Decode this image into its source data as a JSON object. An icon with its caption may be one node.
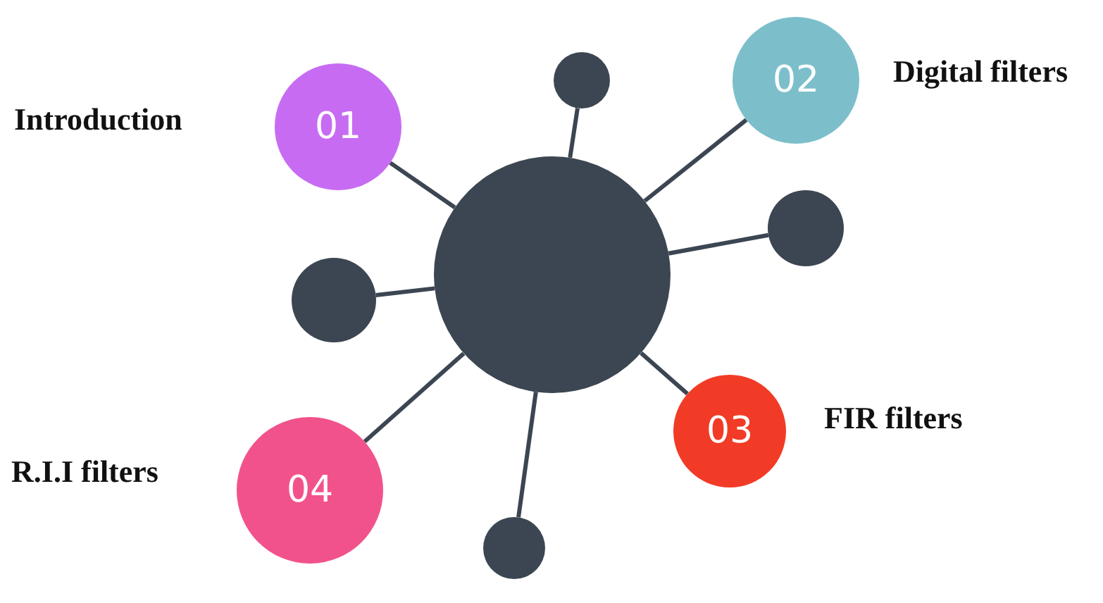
{
  "diagram": {
    "nodes": [
      {
        "text": [
          "01"
        ],
        "beside": [
          "Introduction"
        ]
      },
      {
        "text": [],
        "shape": "circle"
      },
      {
        "text": [
          "02"
        ],
        "beside": [
          "Digital filters"
        ]
      },
      {
        "text": [],
        "shape": "circle"
      },
      {
        "text": [],
        "shape": "circle"
      },
      {
        "text": [],
        "shape": "circle"
      },
      {
        "text": [
          "03"
        ],
        "beside": [
          "FIR filters"
        ]
      },
      {
        "text": [
          "04"
        ],
        "beside": [
          "R.I.I filters"
        ]
      },
      {
        "text": [],
        "shape": "circle"
      }
    ],
    "edges": [
      {
        "from": 3,
        "to": 0,
        "arrow": "none"
      },
      {
        "from": 3,
        "to": 1,
        "arrow": "none"
      },
      {
        "from": 3,
        "to": 2,
        "arrow": "none"
      },
      {
        "from": 3,
        "to": 4,
        "arrow": "none"
      },
      {
        "from": 3,
        "to": 5,
        "arrow": "none"
      },
      {
        "from": 3,
        "to": 6,
        "arrow": "none"
      },
      {
        "from": 3,
        "to": 7,
        "arrow": "none"
      },
      {
        "from": 3,
        "to": 8,
        "arrow": "none"
      }
    ]
  }
}
